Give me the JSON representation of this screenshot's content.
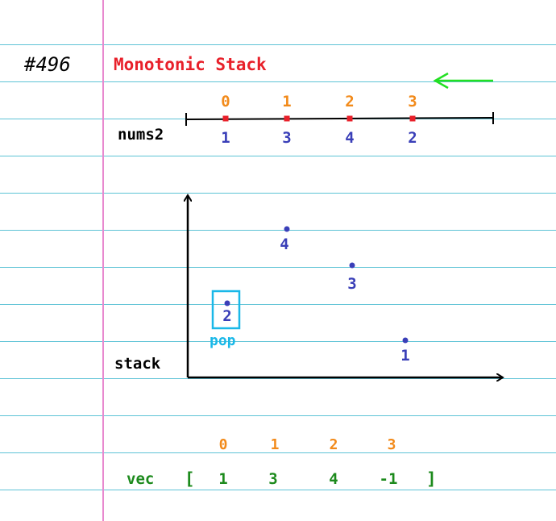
{
  "problem_number": "#496",
  "title": "Monotonic Stack",
  "colors": {
    "rule": "#5ec3d6",
    "margin": "#e889cf",
    "title": "#e8202a",
    "index": "#f28a1a",
    "value": "#3a3fb8",
    "green_text": "#1c8a1c",
    "arrow": "#22e022",
    "marker": "#e8202a",
    "pop_box": "#1ab8e8"
  },
  "nums2": {
    "label": "nums2",
    "indices": [
      "0",
      "1",
      "2",
      "3"
    ],
    "values": [
      "1",
      "3",
      "4",
      "2"
    ],
    "direction_icon": "left-arrow"
  },
  "stack": {
    "label": "stack",
    "points": [
      {
        "value": "2",
        "popped": true
      },
      {
        "value": "4",
        "popped": false
      },
      {
        "value": "3",
        "popped": false
      },
      {
        "value": "1",
        "popped": false
      }
    ],
    "pop_label": "pop"
  },
  "vec": {
    "label": "vec",
    "open_bracket": "[",
    "close_bracket": "]",
    "indices": [
      "0",
      "1",
      "2",
      "3"
    ],
    "values": [
      "1",
      "3",
      "4",
      "-1"
    ]
  }
}
